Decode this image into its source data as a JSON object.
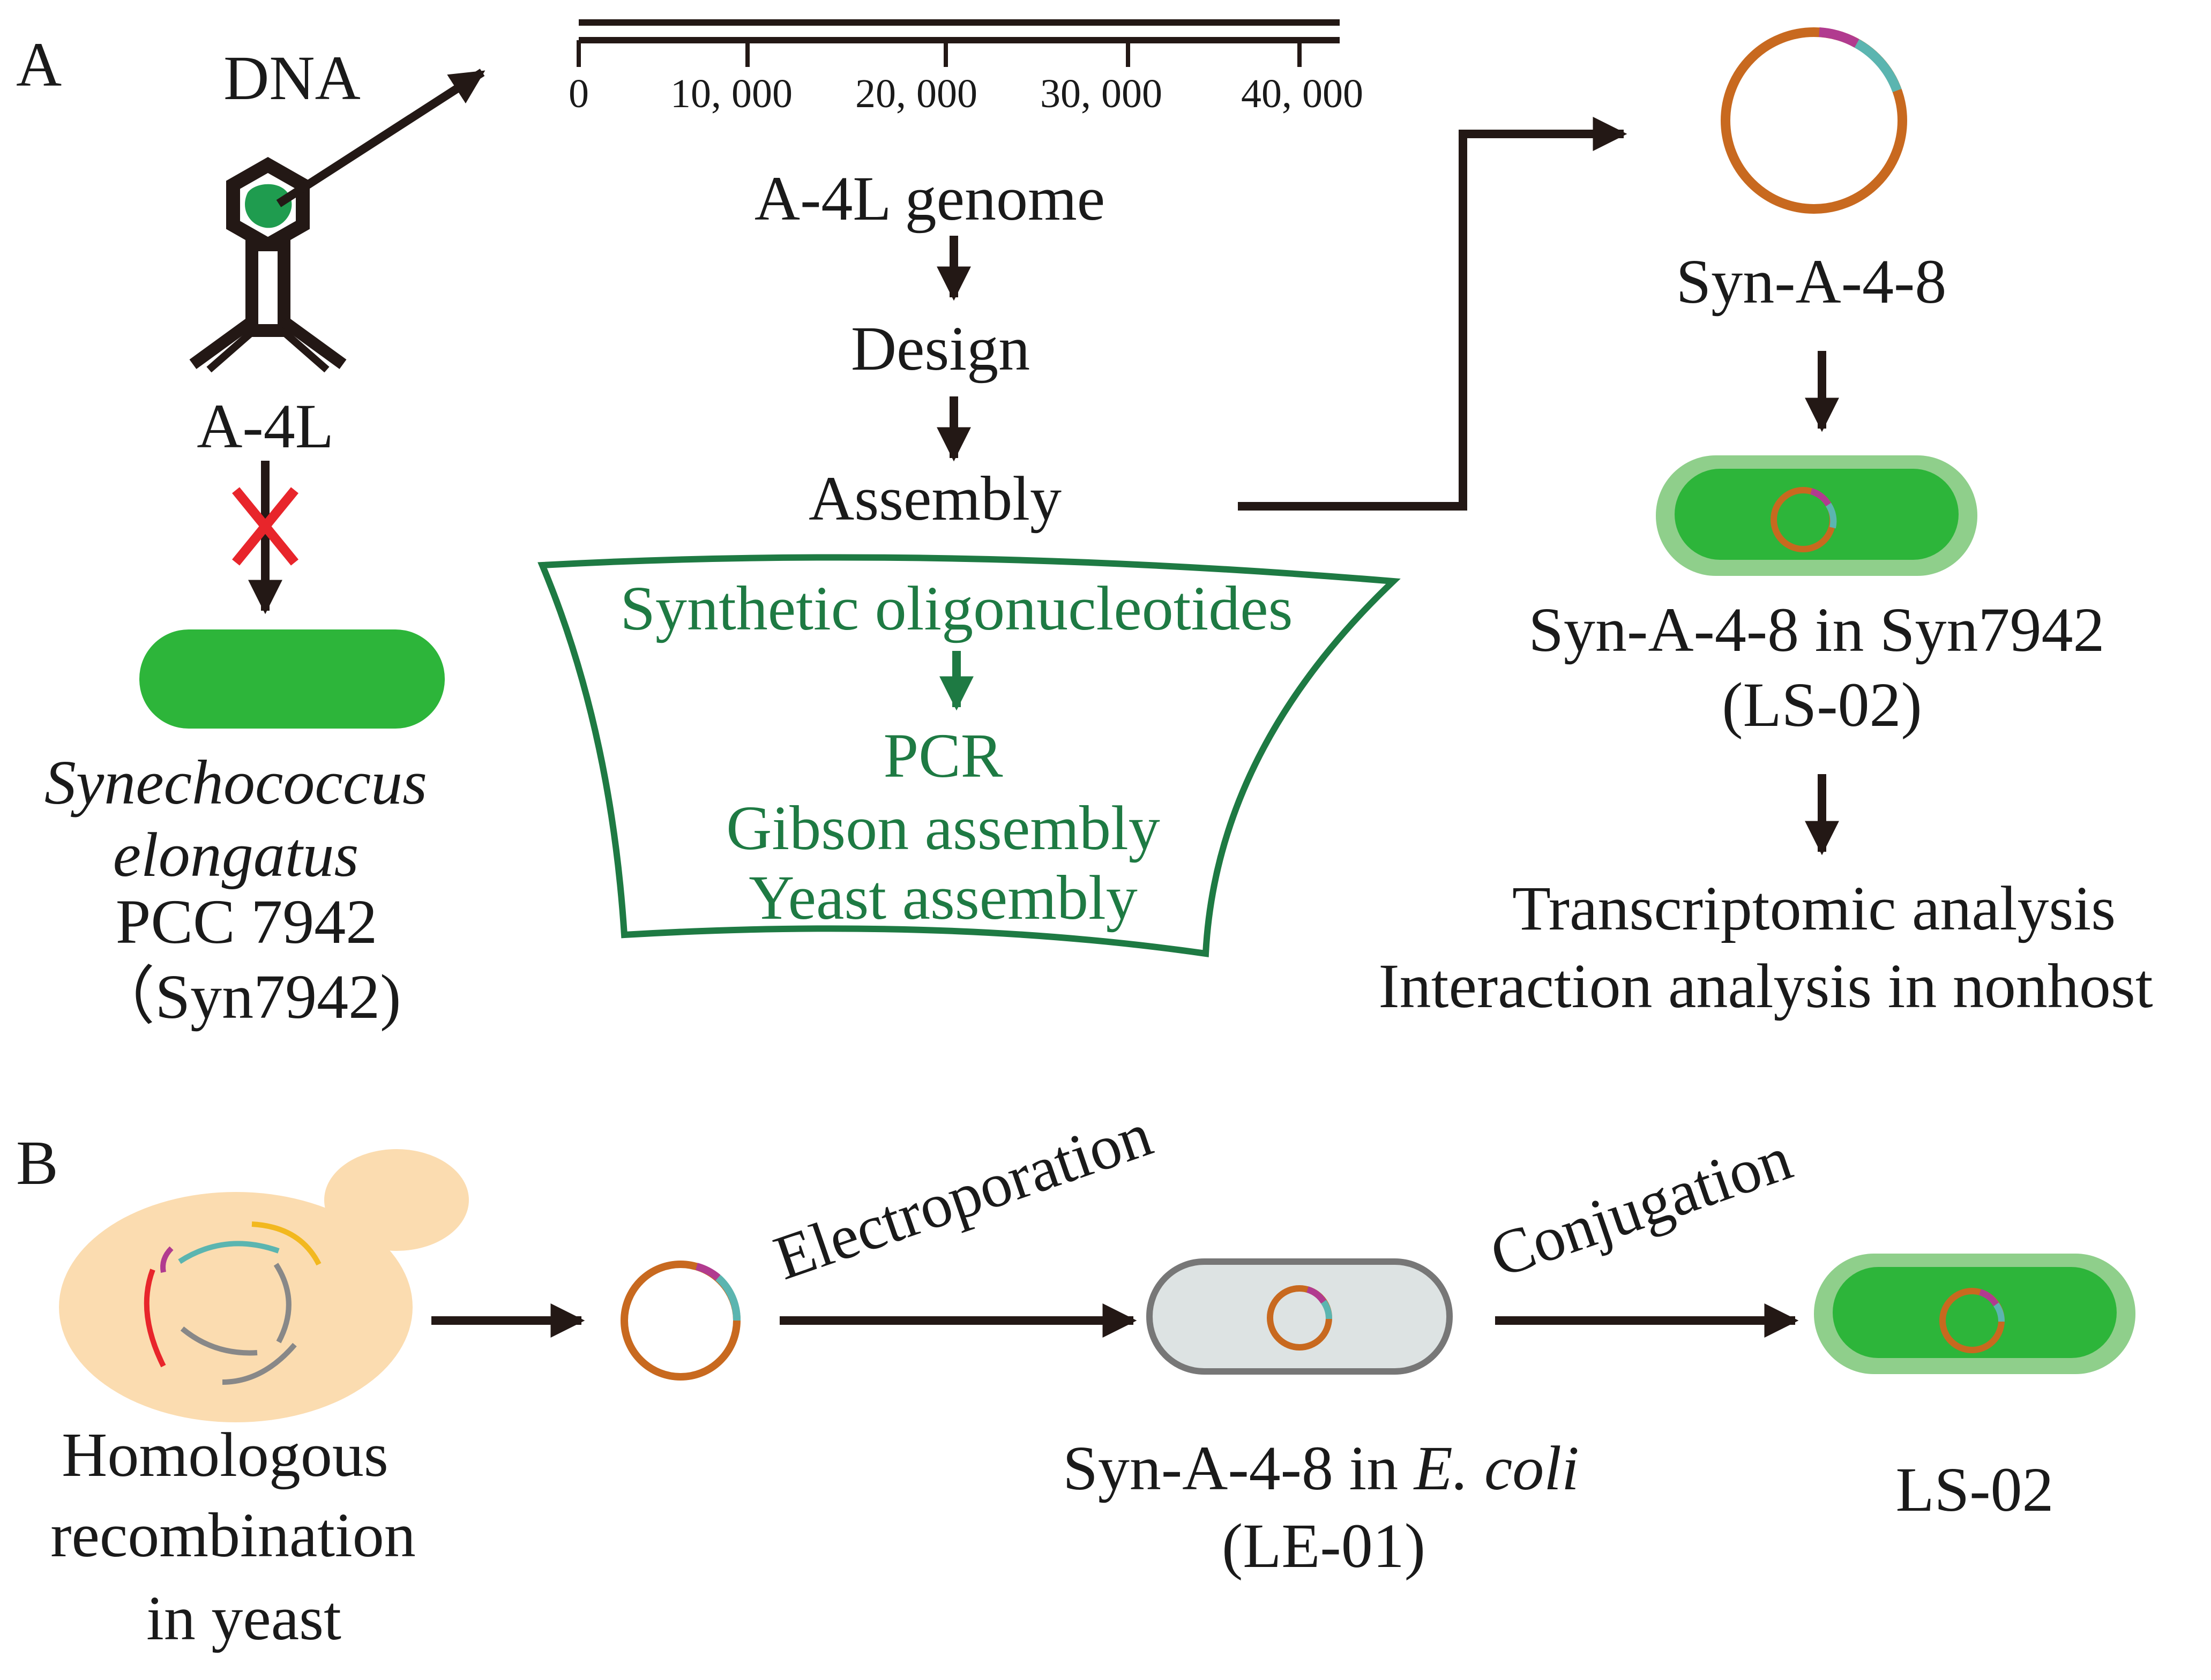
{
  "panel_a": {
    "letter": "A",
    "phage": {
      "dna_label": "DNA",
      "name": "A-4L"
    },
    "host": {
      "name_line1": "Synechococcus",
      "name_line2": "elongatus",
      "strain": "PCC 7942",
      "short_name": "（Syn7942)"
    },
    "genome_ruler": {
      "ticks": [
        "0",
        "10, 000",
        "20, 000",
        "30, 000",
        "40, 000"
      ]
    },
    "workflow": {
      "step1": "A-4L genome",
      "step2": "Design",
      "step3": "Assembly"
    },
    "assembly_box": {
      "line1": "Synthetic oligonucleotides",
      "line2": "PCR",
      "line3": "Gibson assembly",
      "line4": "Yeast assembly"
    },
    "construct": {
      "name": "Syn-A-4-8"
    },
    "strain": {
      "line1": "Syn-A-4-8 in Syn7942",
      "line2": "(LS-02)"
    },
    "analysis": {
      "line1": "Transcriptomic analysis",
      "line2": "Interaction analysis in nonhost"
    }
  },
  "panel_b": {
    "letter": "B",
    "yeast": {
      "line1": "Homologous",
      "line2": "recombination",
      "line3": "in yeast"
    },
    "step1": "Electroporation",
    "ecoli": {
      "line1_prefix": "Syn-A-4-8 in ",
      "line1_italic": "E. coli",
      "line2": "(LE-01)"
    },
    "step2": "Conjugation",
    "final": "LS-02"
  },
  "colors": {
    "arrow": "#231815",
    "cell_green": "#2db53a",
    "cell_halo": "#8fcf8b",
    "box_green": "#1e7a43",
    "plasmid_orange": "#c8691f",
    "plasmid_teal": "#5bb5b0",
    "plasmid_magenta": "#b13b8f",
    "cross_red": "#e8252b",
    "yeast_fill": "#fbdcb0",
    "ecoli_fill": "#dde3e3",
    "ecoli_border": "#777777"
  }
}
